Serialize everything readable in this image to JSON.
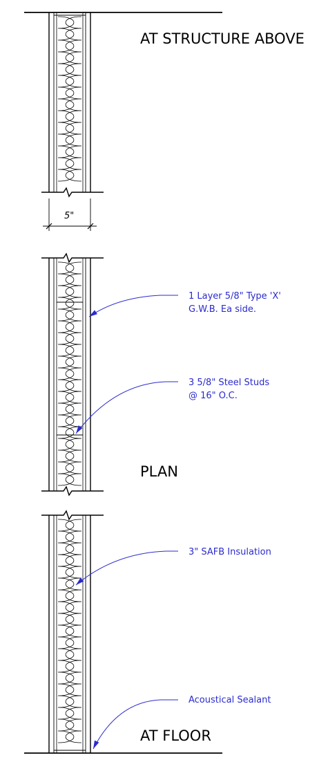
{
  "titles": {
    "top": "AT STRUCTURE ABOVE",
    "middle": "PLAN",
    "bottom": "AT FLOOR"
  },
  "dimension": {
    "label": "5\""
  },
  "callouts": [
    {
      "line1": "1 Layer 5/8\" Type 'X'",
      "line2": "G.W.B. Ea side."
    },
    {
      "line1": "3 5/8\" Steel Studs",
      "line2": "@ 16\" O.C."
    },
    {
      "line1": "3\" SAFB Insulation",
      "line2": ""
    },
    {
      "line1": "Acoustical Sealant",
      "line2": ""
    }
  ],
  "colors": {
    "linework": "#000000",
    "annotation": "#2a2ad0"
  }
}
